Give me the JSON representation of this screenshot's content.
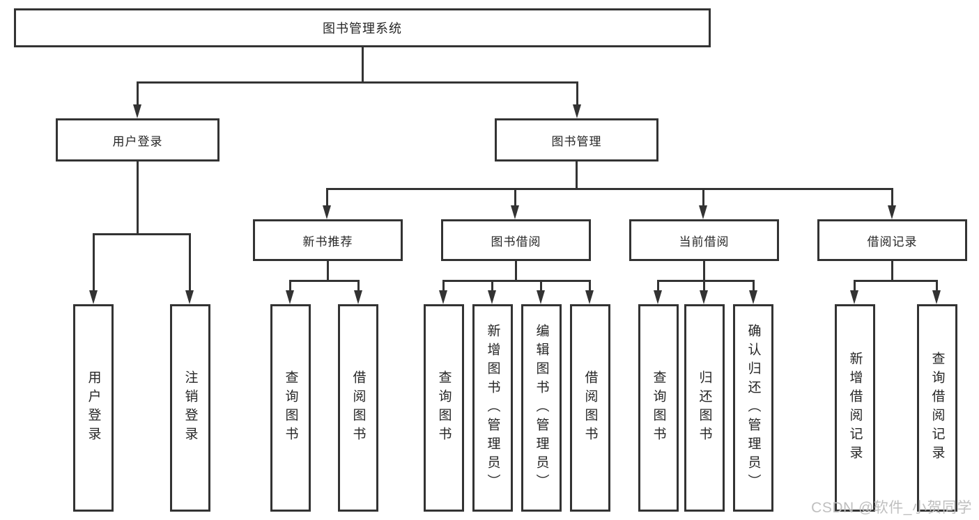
{
  "watermark": "CSDN @软件_小贺同学",
  "colors": {
    "line": "#333333",
    "text": "#262626",
    "background": "#ffffff",
    "watermark": "#bfbfbf"
  },
  "tree": {
    "root": {
      "label": "图书管理系统",
      "children": [
        {
          "label": "用户登录",
          "children": [
            {
              "label": "用户登录"
            },
            {
              "label": "注销登录"
            }
          ]
        },
        {
          "label": "图书管理",
          "children": [
            {
              "label": "新书推荐",
              "children": [
                {
                  "label": "查询图书"
                },
                {
                  "label": "借阅图书"
                }
              ]
            },
            {
              "label": "图书借阅",
              "children": [
                {
                  "label": "查询图书"
                },
                {
                  "label": "新增图书（管理员）"
                },
                {
                  "label": "编辑图书（管理员）"
                },
                {
                  "label": "借阅图书"
                }
              ]
            },
            {
              "label": "当前借阅",
              "children": [
                {
                  "label": "查询图书"
                },
                {
                  "label": "归还图书"
                },
                {
                  "label": "确认归还（管理员）"
                }
              ]
            },
            {
              "label": "借阅记录",
              "children": [
                {
                  "label": "新增借阅记录"
                },
                {
                  "label": "查询借阅记录"
                }
              ]
            }
          ]
        }
      ]
    }
  }
}
